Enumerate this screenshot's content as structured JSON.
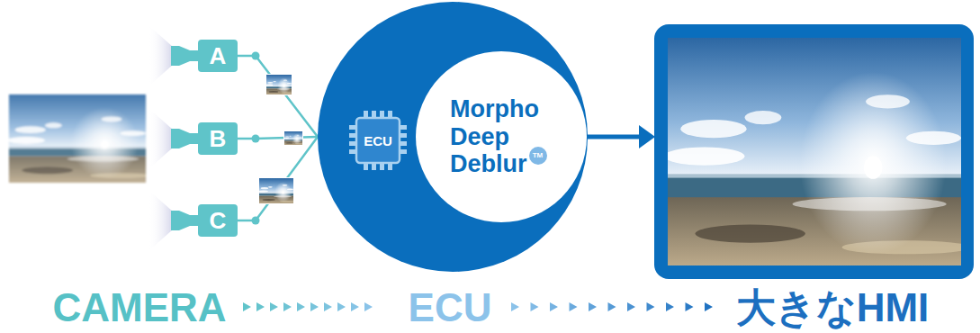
{
  "diagram": {
    "nodes": [
      {
        "text": [
          "A"
        ]
      },
      {
        "text": [
          "B"
        ]
      },
      {
        "text": [
          "C"
        ]
      },
      {
        "text": [
          "ECU"
        ]
      },
      {
        "text": [
          "Morpho Deep Deblur"
        ],
        "in": 3
      },
      {
        "text": [
          "TM"
        ],
        "in": 4
      }
    ],
    "edges": [
      {
        "from": 0,
        "to": 3,
        "arrow": "none"
      },
      {
        "from": 1,
        "to": 3,
        "arrow": "none"
      },
      {
        "from": 2,
        "to": 3,
        "arrow": "none"
      }
    ],
    "labels": [
      "CAMERA",
      "ECU",
      "大きなHMI"
    ]
  }
}
